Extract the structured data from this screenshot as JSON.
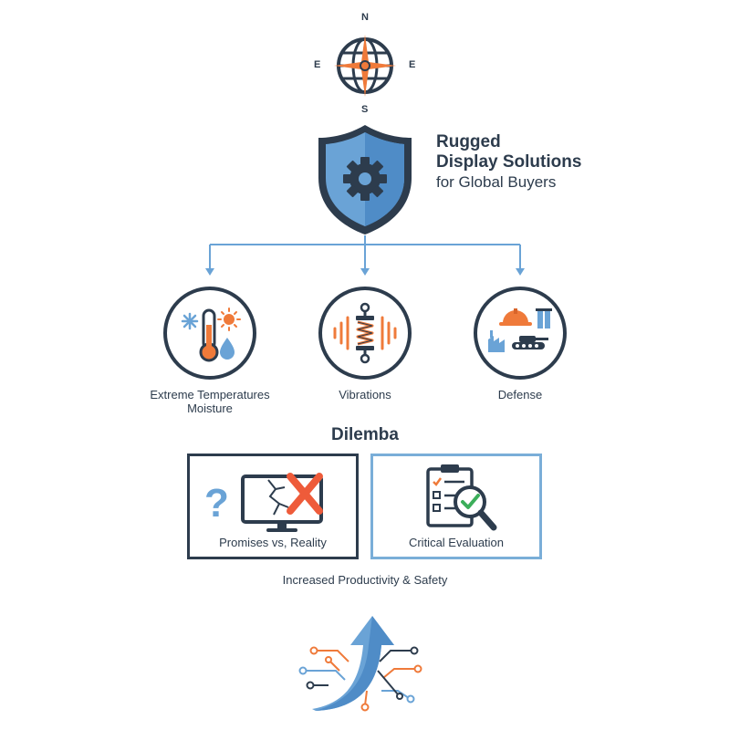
{
  "compass": {
    "north": "N",
    "south": "S",
    "west": "E",
    "east": "E"
  },
  "title": {
    "line1": "Rugged",
    "line2": "Display Solutions",
    "line3": "for Global Buyers"
  },
  "categories": [
    {
      "line1": "Extreme Temperatures",
      "line2": "Moisture"
    },
    {
      "line1": "Vibrations"
    },
    {
      "line1": "Defense"
    }
  ],
  "dilemma": {
    "heading": "Dilemba",
    "panels": [
      {
        "label": "Promises vs, Reality"
      },
      {
        "label": "Critical Evaluation"
      }
    ]
  },
  "outcome": "Increased Productivity & Safety",
  "colors": {
    "navy": "#2d3c4d",
    "accent_blue": "#6aa3d6",
    "orange": "#ef7a3a",
    "red_x": "#ee5b3a",
    "green_check": "#3cae5a"
  }
}
